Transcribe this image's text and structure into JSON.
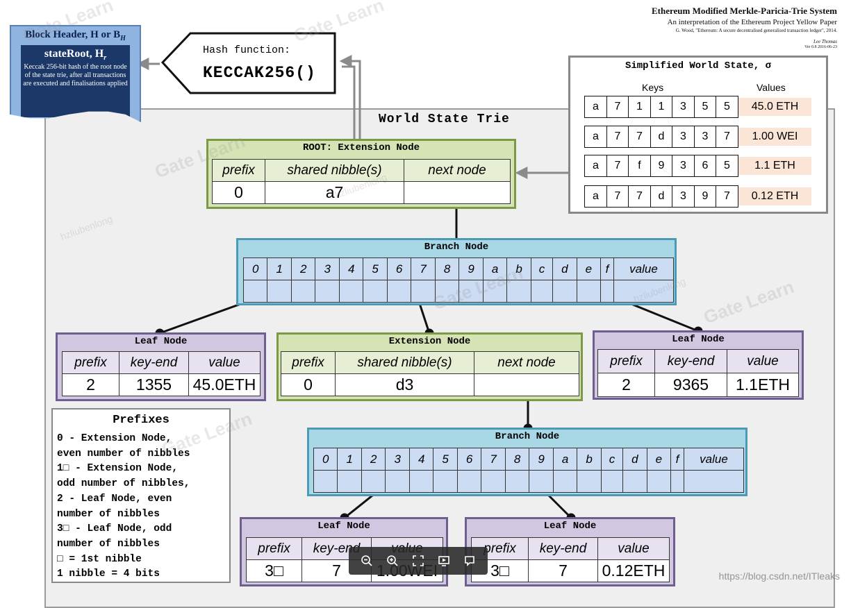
{
  "header": {
    "title": "Ethereum Modified Merkle-Paricia-Trie System",
    "subtitle": "An interpretation of the Ethereum Project Yellow Paper",
    "citation": "G. Wood, \"Ethereum: A secure decentralised generalised transaction ledger\", 2014.",
    "author": "Lee Thomas",
    "version": "Ver 0.8 2016-06-23"
  },
  "block_header": {
    "title": "Block Header, H or B",
    "title_sub": "H",
    "state_root": "stateRoot, H",
    "state_root_sub": "r",
    "description": "Keccak 256-bit hash of the root node of the state trie, after all transactions are executed and finalisations applied"
  },
  "hash_function": {
    "label": "Hash function:",
    "name": "KECCAK256()"
  },
  "world_state_trie": {
    "label": "World State Trie"
  },
  "simplified_world_state": {
    "title": "Simplified World State, σ",
    "keys_header": "Keys",
    "values_header": "Values",
    "rows": [
      {
        "key": [
          "a",
          "7",
          "1",
          "1",
          "3",
          "5",
          "5"
        ],
        "value": "45.0 ETH"
      },
      {
        "key": [
          "a",
          "7",
          "7",
          "d",
          "3",
          "3",
          "7"
        ],
        "value": "1.00 WEI"
      },
      {
        "key": [
          "a",
          "7",
          "f",
          "9",
          "3",
          "6",
          "5"
        ],
        "value": "1.1 ETH"
      },
      {
        "key": [
          "a",
          "7",
          "7",
          "d",
          "3",
          "9",
          "7"
        ],
        "value": "0.12 ETH"
      }
    ]
  },
  "root_node": {
    "title": "ROOT: Extension Node",
    "headers": [
      "prefix",
      "shared nibble(s)",
      "next node"
    ],
    "values": [
      "0",
      "a7",
      ""
    ]
  },
  "branch_node_1": {
    "title": "Branch Node",
    "slots": [
      "0",
      "1",
      "2",
      "3",
      "4",
      "5",
      "6",
      "7",
      "8",
      "9",
      "a",
      "b",
      "c",
      "d",
      "e",
      "f",
      "value"
    ]
  },
  "leaf_node_left": {
    "title": "Leaf Node",
    "headers": [
      "prefix",
      "key-end",
      "value"
    ],
    "values": [
      "2",
      "1355",
      "45.0ETH"
    ]
  },
  "extension_node_mid": {
    "title": "Extension Node",
    "headers": [
      "prefix",
      "shared nibble(s)",
      "next node"
    ],
    "values": [
      "0",
      "d3",
      ""
    ]
  },
  "leaf_node_right": {
    "title": "Leaf Node",
    "headers": [
      "prefix",
      "key-end",
      "value"
    ],
    "values": [
      "2",
      "9365",
      "1.1ETH"
    ]
  },
  "branch_node_2": {
    "title": "Branch Node",
    "slots": [
      "0",
      "1",
      "2",
      "3",
      "4",
      "5",
      "6",
      "7",
      "8",
      "9",
      "a",
      "b",
      "c",
      "d",
      "e",
      "f",
      "value"
    ]
  },
  "leaf_node_bottom_left": {
    "title": "Leaf Node",
    "headers": [
      "prefix",
      "key-end",
      "value"
    ],
    "values": [
      "3□",
      "7",
      "1.00WEI"
    ]
  },
  "leaf_node_bottom_right": {
    "title": "Leaf Node",
    "headers": [
      "prefix",
      "key-end",
      "value"
    ],
    "values": [
      "3□",
      "7",
      "0.12ETH"
    ]
  },
  "prefixes": {
    "title": "Prefixes",
    "lines": [
      "0 - Extension Node,",
      "even number of nibbles",
      "1□ - Extension Node,",
      "odd number of nibbles,",
      "2 - Leaf Node, even",
      "number of nibbles",
      "3□ - Leaf Node, odd",
      "number of nibbles",
      "□ = 1st nibble",
      "1 nibble = 4 bits"
    ]
  },
  "toolbar": {
    "buttons": [
      "zoom-out-icon",
      "zoom-in-icon",
      "fullscreen-icon",
      "slideshow-icon",
      "comment-icon"
    ]
  },
  "watermarks": {
    "brand": "Gate Learn",
    "author": "hzliubenlong",
    "url": "https://blog.csdn.net/ITleaks"
  }
}
